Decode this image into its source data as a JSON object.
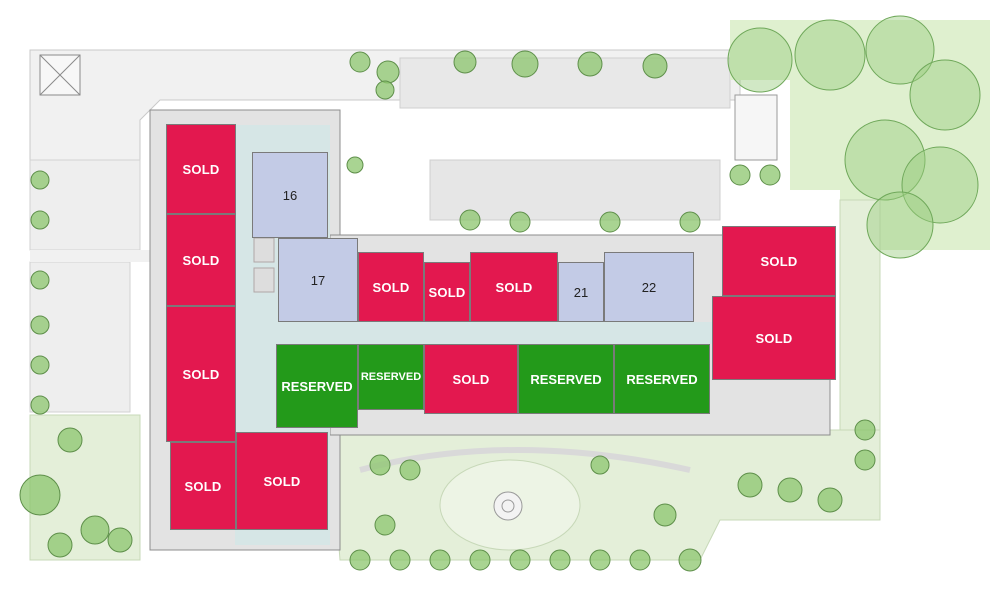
{
  "colors": {
    "sold": "#e3184f",
    "reserved": "#239a1a",
    "available": "#c3cbe6",
    "corridor": "#d6e6e6",
    "paving": "#f1f1f1",
    "landscape": "#e4efd9",
    "tree": "#8cc56d"
  },
  "units": [
    {
      "label": "SOLD",
      "status": "sold"
    },
    {
      "label": "SOLD",
      "status": "sold"
    },
    {
      "label": "SOLD",
      "status": "sold"
    },
    {
      "label": "SOLD",
      "status": "sold"
    },
    {
      "label": "SOLD",
      "status": "sold"
    },
    {
      "label": "16",
      "status": "available"
    },
    {
      "label": "17",
      "status": "available"
    },
    {
      "label": "SOLD",
      "status": "sold"
    },
    {
      "label": "SOLD",
      "status": "sold"
    },
    {
      "label": "SOLD",
      "status": "sold"
    },
    {
      "label": "21",
      "status": "available"
    },
    {
      "label": "22",
      "status": "available"
    },
    {
      "label": "SOLD",
      "status": "sold"
    },
    {
      "label": "SOLD",
      "status": "sold"
    },
    {
      "label": "RESERVED",
      "status": "reserved"
    },
    {
      "label": "RESERVED",
      "status": "reserved"
    },
    {
      "label": "SOLD",
      "status": "sold"
    },
    {
      "label": "RESERVED",
      "status": "reserved"
    },
    {
      "label": "RESERVED",
      "status": "reserved"
    }
  ]
}
